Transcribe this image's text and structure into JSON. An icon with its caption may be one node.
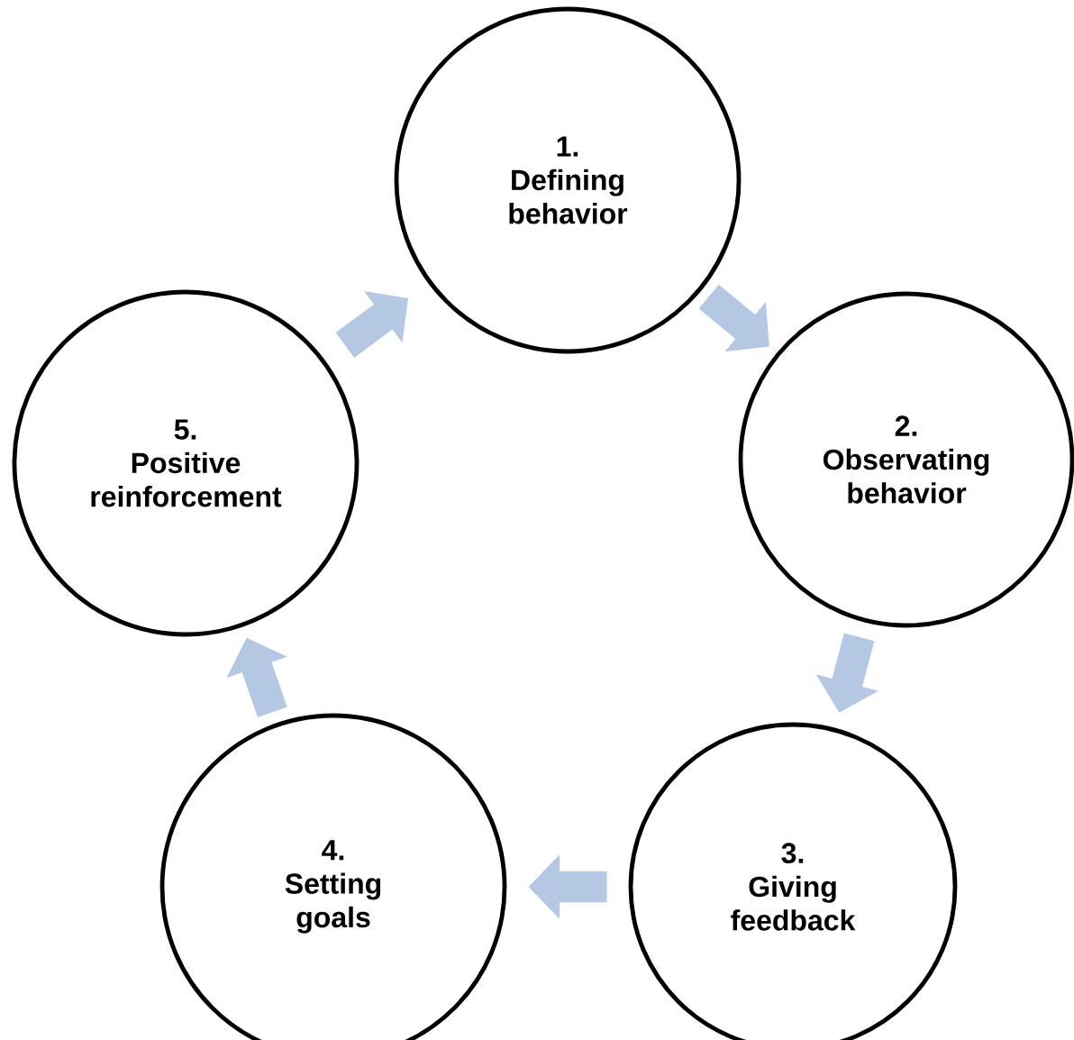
{
  "diagram": {
    "nodes": [
      {
        "text": [
          "1.",
          "Defining behavior"
        ]
      },
      {
        "text": [
          "2.",
          "Observating behavior"
        ]
      },
      {
        "text": [
          "3.",
          "Giving feedback"
        ]
      },
      {
        "text": [
          "4.",
          "Setting goals"
        ]
      },
      {
        "text": [
          "5.",
          "Positive reinforcement"
        ]
      }
    ],
    "edges": [
      {
        "from": 0,
        "to": 1,
        "arrow": "to"
      },
      {
        "from": 1,
        "to": 2,
        "arrow": "to"
      },
      {
        "from": 2,
        "to": 3,
        "arrow": "to"
      },
      {
        "from": 3,
        "to": 4,
        "arrow": "to"
      },
      {
        "from": 4,
        "to": 0,
        "arrow": "to"
      }
    ]
  }
}
